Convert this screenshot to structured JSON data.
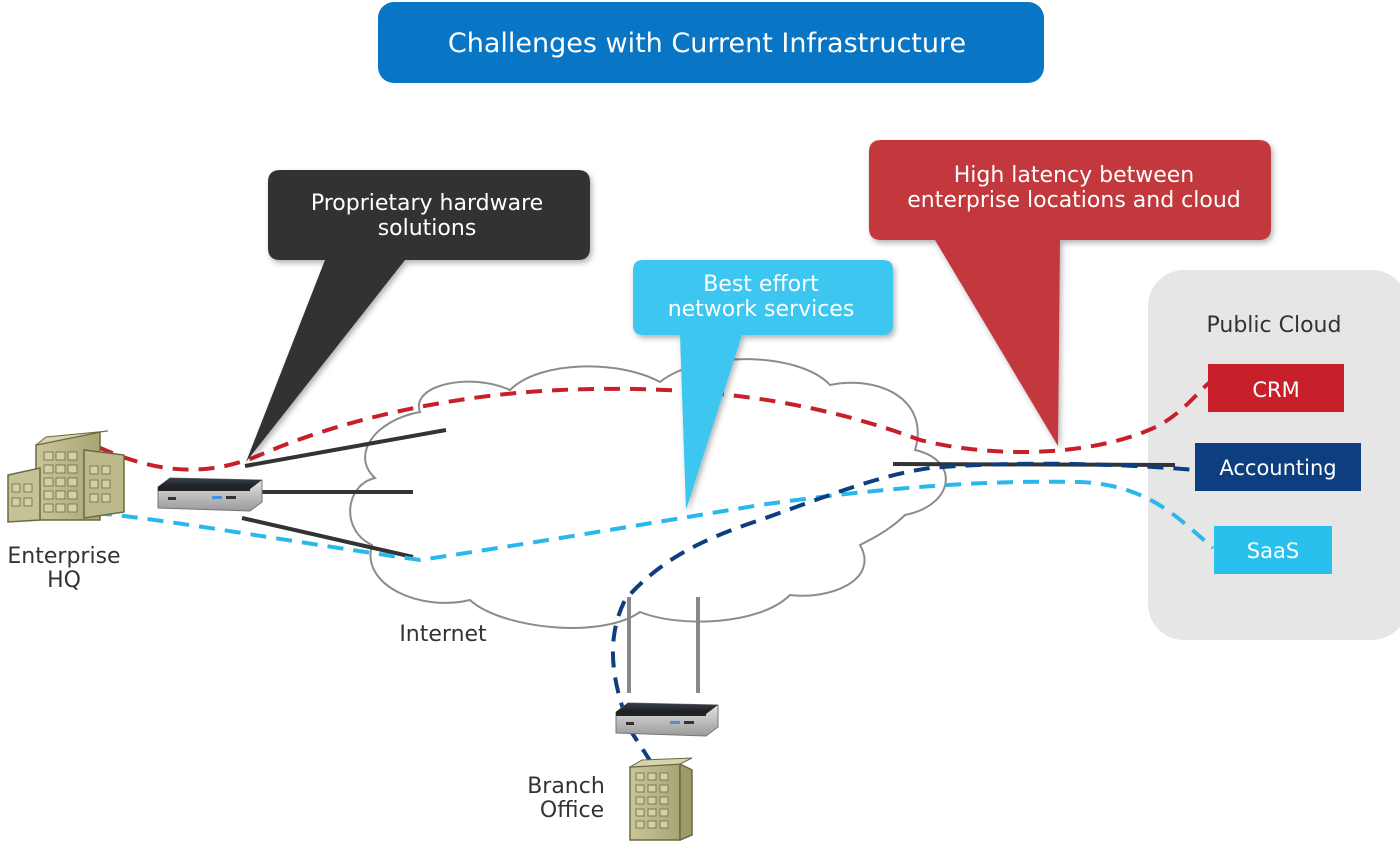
{
  "title": "Challenges with Current Infrastructure",
  "callouts": {
    "hardware": {
      "line1": "Proprietary hardware",
      "line2": "solutions"
    },
    "network": {
      "line1": "Best effort",
      "line2": "network services"
    },
    "latency": {
      "line1": "High latency between",
      "line2": "enterprise locations and cloud"
    }
  },
  "cloud_panel": {
    "label": "Public Cloud",
    "services": [
      {
        "label": "CRM",
        "color": "#c8202a"
      },
      {
        "label": "Accounting",
        "color": "#0d3e7f"
      },
      {
        "label": "SaaS",
        "color": "#29c0ee"
      }
    ]
  },
  "labels": {
    "hq_line1": "Enterprise",
    "hq_line2": "HQ",
    "internet": "Internet",
    "branch_line1": "Branch",
    "branch_line2": "Office"
  },
  "colors": {
    "title_bg": "#0876c4",
    "hardware_callout": "#333333",
    "network_callout": "#3cc6f0",
    "latency_callout": "#c2373d",
    "crm_path": "#c8202a",
    "accounting_path": "#0d3e7f",
    "saas_path": "#29b8ec",
    "cloud_panel_bg": "#e6e6e6"
  }
}
